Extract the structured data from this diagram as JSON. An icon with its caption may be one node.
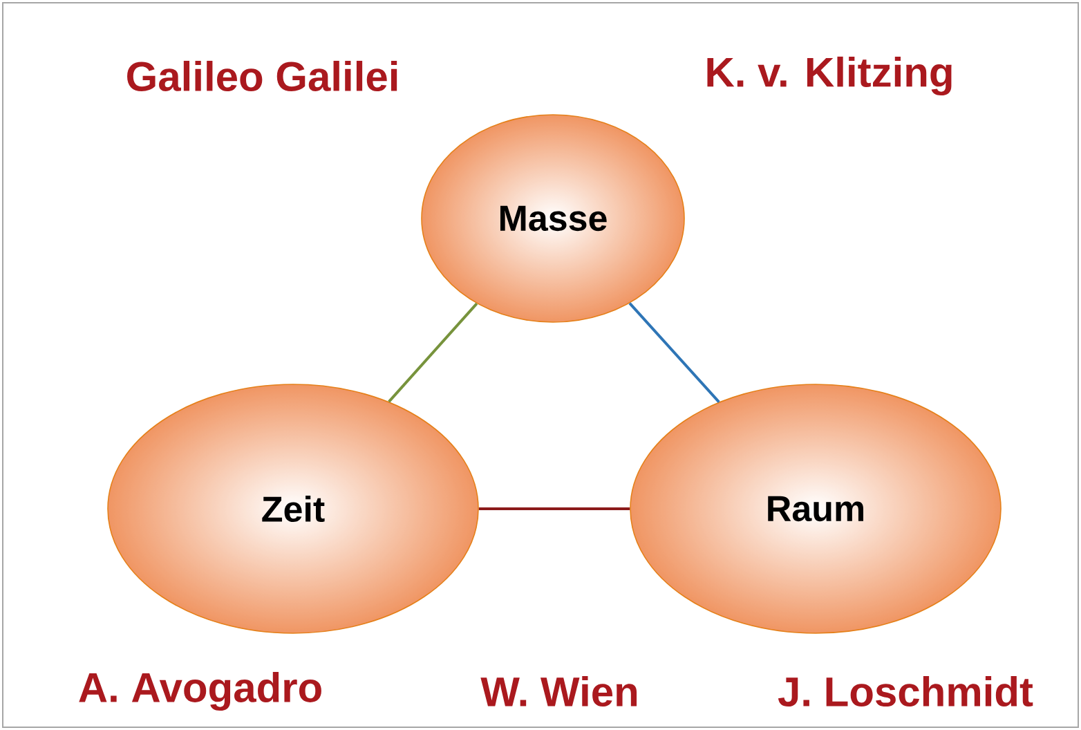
{
  "diagram": {
    "nodes": [
      {
        "text": [
          "Masse"
        ]
      },
      {
        "text": [
          "Zeit"
        ]
      },
      {
        "text": [
          "Raum"
        ]
      }
    ],
    "edges": [
      {
        "from": 0,
        "to": 1,
        "arrow": "none",
        "color": "#77933c"
      },
      {
        "from": 0,
        "to": 2,
        "arrow": "none",
        "color": "#2e75b6"
      },
      {
        "from": 1,
        "to": 2,
        "arrow": "none",
        "color": "#8b1a1a"
      }
    ],
    "labels": [
      "Galileo Galilei",
      "K. v. Klitzing",
      "A. Avogadro",
      "W. Wien",
      "J. Loschmidt"
    ]
  }
}
